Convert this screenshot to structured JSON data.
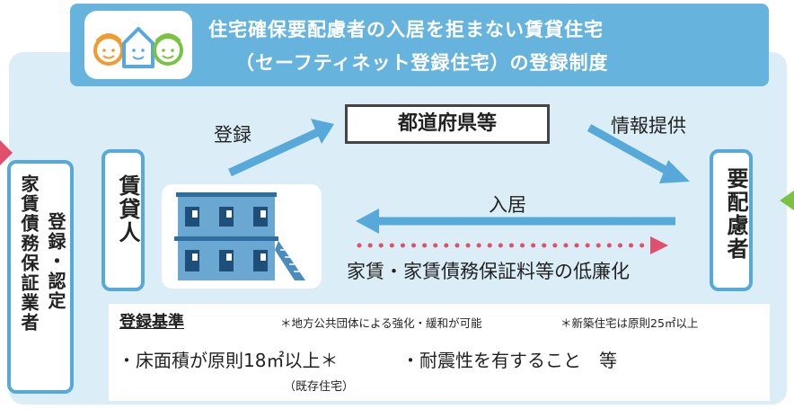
{
  "title": {
    "line1": "住宅確保要配慮者の入居を拒まない賃貸住宅",
    "line2": "（セーフティネット登録住宅）の登録制度"
  },
  "left_party": {
    "name": "家賃債務保証業者",
    "action": "登録・認定"
  },
  "landlord": "賃貸人",
  "government": "都道府県等",
  "tenant": "要配慮者",
  "arrows": {
    "register": "登録",
    "info": "情報提供",
    "move_in": "入居",
    "cost_reduction": "家賃・家賃債務保証料等の低廉化"
  },
  "criteria": {
    "heading": "登録基準",
    "note1": "＊地方公共団体による強化・緩和が可能",
    "note2": "＊新築住宅は原則25㎡以上",
    "item1": "・床面積が原則18㎡以上＊",
    "item2": "・耐震性を有すること　等",
    "item1_sub": "（既存住宅）"
  },
  "colors": {
    "header": "#66b4de",
    "panel": "#dbeef8",
    "arrow": "#56a9d8",
    "dotted_arrow": "#e0506e",
    "left_arrow": "#e0506e",
    "right_arrow": "#7bc142"
  }
}
